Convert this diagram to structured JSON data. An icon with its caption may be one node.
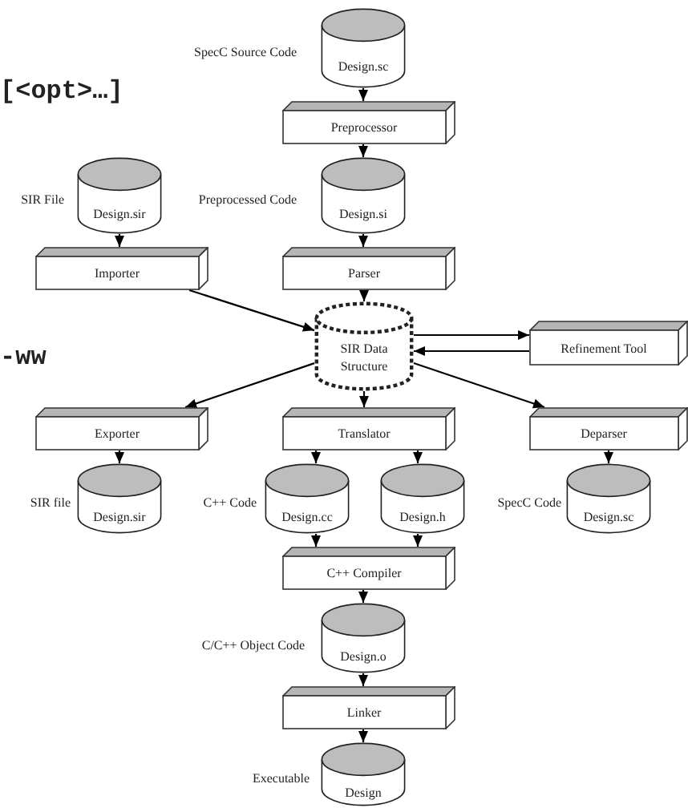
{
  "diagram": {
    "nodes": [
      {
        "text": [
          "Design.sc"
        ],
        "beside": [
          "SpecC Source Code"
        ]
      },
      {
        "text": [
          "Preprocessor"
        ]
      },
      {
        "text": [
          "Design.sir"
        ],
        "beside": [
          "SIR File"
        ]
      },
      {
        "text": [
          "Design.si"
        ],
        "beside": [
          "Preprocessed Code"
        ]
      },
      {
        "text": [
          "Importer"
        ]
      },
      {
        "text": [
          "Parser"
        ]
      },
      {
        "text": [
          "SIR Data Structure"
        ]
      },
      {
        "text": [
          "Refinement Tool"
        ]
      },
      {
        "text": [
          "Exporter"
        ]
      },
      {
        "text": [
          "Translator"
        ]
      },
      {
        "text": [
          "Deparser"
        ]
      },
      {
        "text": [
          "Design.sir"
        ],
        "beside": [
          "SIR file"
        ]
      },
      {
        "text": [
          "Design.cc"
        ],
        "beside": [
          "C++ Code"
        ]
      },
      {
        "text": [
          "Design.h"
        ]
      },
      {
        "text": [
          "Design.sc"
        ],
        "beside": [
          "SpecC Code"
        ]
      },
      {
        "text": [
          "C++ Compiler"
        ]
      },
      {
        "text": [
          "Design.o"
        ],
        "beside": [
          "C/C++ Object Code"
        ]
      },
      {
        "text": [
          "Linker"
        ]
      },
      {
        "text": [
          "Design"
        ],
        "beside": [
          "Executable"
        ]
      }
    ],
    "edges": [
      {
        "from": 0,
        "to": 1,
        "arrow": "to"
      },
      {
        "from": 1,
        "to": 3,
        "arrow": "to"
      },
      {
        "from": 3,
        "to": 5,
        "arrow": "to"
      },
      {
        "from": 2,
        "to": 4,
        "arrow": "to"
      },
      {
        "from": 4,
        "to": 6,
        "arrow": "to"
      },
      {
        "from": 5,
        "to": 6,
        "arrow": "to"
      },
      {
        "from": 6,
        "to": 7,
        "arrow": "to"
      },
      {
        "from": 7,
        "to": 6,
        "arrow": "to"
      },
      {
        "from": 6,
        "to": 8,
        "arrow": "to"
      },
      {
        "from": 6,
        "to": 9,
        "arrow": "to"
      },
      {
        "from": 6,
        "to": 10,
        "arrow": "to"
      },
      {
        "from": 8,
        "to": 11,
        "arrow": "to"
      },
      {
        "from": 9,
        "to": 12,
        "arrow": "to"
      },
      {
        "from": 9,
        "to": 13,
        "arrow": "to"
      },
      {
        "from": 10,
        "to": 14,
        "arrow": "to"
      },
      {
        "from": 12,
        "to": 15,
        "arrow": "to"
      },
      {
        "from": 13,
        "to": 15,
        "arrow": "to"
      },
      {
        "from": 15,
        "to": 16,
        "arrow": "to"
      },
      {
        "from": 16,
        "to": 17,
        "arrow": "to"
      },
      {
        "from": 17,
        "to": 18,
        "arrow": "to"
      }
    ],
    "labels": [
      "[<opt>…]",
      "-ww"
    ]
  }
}
